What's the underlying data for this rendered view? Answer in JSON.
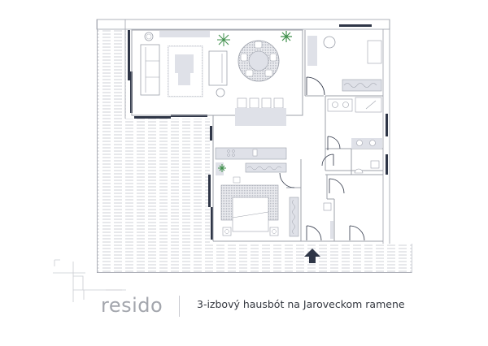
{
  "brand": {
    "logo_text": "resido"
  },
  "caption": {
    "title": "3-izbový hausbót na Jaroveckom ramene"
  },
  "floor_plan": {
    "rooms": [
      {
        "id": "living-room",
        "label": "Living room with sofas, coffee table, rug and TV console"
      },
      {
        "id": "dining-area",
        "label": "Round dining table with 5 chairs"
      },
      {
        "id": "kitchen-island",
        "label": "Island with 4 bar stools"
      },
      {
        "id": "kids-room",
        "label": "Bedroom with desk, bed and wardrobe"
      },
      {
        "id": "master-bedroom",
        "label": "Bedroom with double bed, kitchenette counter and wardrobe"
      },
      {
        "id": "bathroom",
        "label": "Bathroom with washer/dryer, shower and double sink"
      },
      {
        "id": "wc",
        "label": "WC with toilet and small sink"
      },
      {
        "id": "hallway",
        "label": "Entrance hallway"
      },
      {
        "id": "terrace",
        "label": "Wooden deck terrace"
      }
    ],
    "entrance_marker": "entrance-arrow"
  },
  "colors": {
    "wall_dark": "#2f3647",
    "wall_light": "#c8cbd3",
    "furniture_fill": "#dfe1e8",
    "line": "#9ca0aa",
    "plant": "#3e8f4a",
    "deck_line": "#c3c6cd",
    "text_dark": "#33373f",
    "brand_gray": "#a3a6ad"
  }
}
